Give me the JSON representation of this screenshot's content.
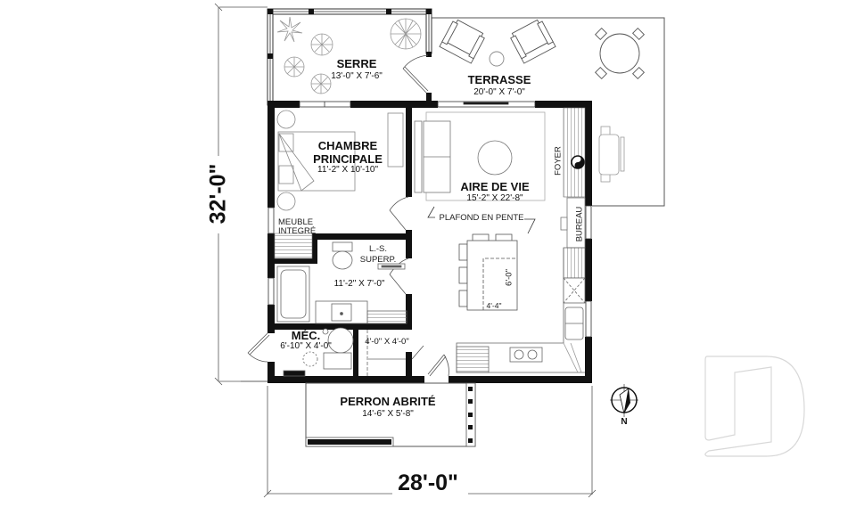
{
  "rooms": {
    "serre": {
      "name": "SERRE",
      "dim": "13'-0\" X 7'-6\""
    },
    "terrasse": {
      "name": "TERRASSE",
      "dim": "20'-0\" X 7'-0\""
    },
    "chambre": {
      "name_line1": "CHAMBRE",
      "name_line2": "PRINCIPALE",
      "dim": "11'-2\" X 10'-10\""
    },
    "aire_de_vie": {
      "name": "AIRE DE VIE",
      "dim": "15'-2\" X 22'-8\""
    },
    "salle_de_bain": {
      "dim": "11'-2\" X 7'-0\""
    },
    "mec": {
      "name": "MÉC.",
      "dim": "6'-10\" X 4'-0\""
    },
    "rangement": {
      "dim": "4'-0\" X 4'-0\""
    },
    "perron": {
      "name": "PERRON ABRITÉ",
      "dim": "14'-6\" X 5'-8\""
    }
  },
  "annotations": {
    "meuble_line1": "MEUBLE",
    "meuble_line2": "INTEGRÉ",
    "ls_line1": "L.-S.",
    "ls_line2": "SUPERP.",
    "plafond": "PLAFOND EN PENTE",
    "foyer": "FOYER",
    "bureau": "BUREAU",
    "island_depth": "6'-0\"",
    "island_width": "4'-4\"",
    "north": "N"
  },
  "dimensions": {
    "overall_height": "32'-0\"",
    "overall_width": "28'-0\""
  },
  "colors": {
    "wall": "#111111",
    "line": "#555555",
    "furniture": "#777777",
    "plant": "#999999",
    "watermark": "#d8d8d8"
  }
}
